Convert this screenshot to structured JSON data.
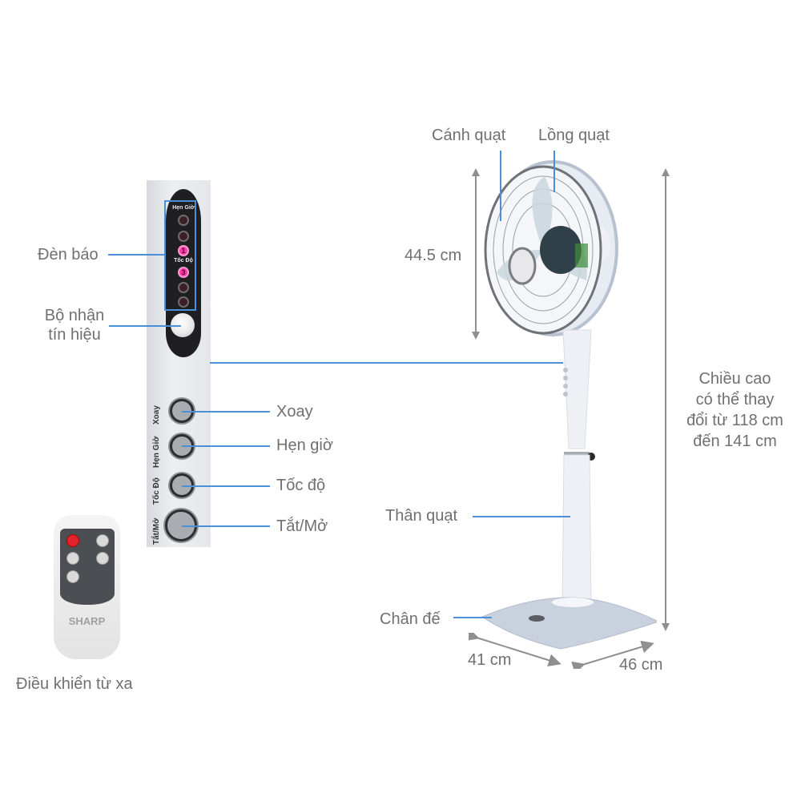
{
  "diagram": {
    "subject": "Sharp standing fan parts diagram",
    "accent_line_color": "#4a90d9",
    "dimension_color": "#8f8f8f",
    "label_color": "#707070"
  },
  "control_panel": {
    "indicator_labels": {
      "timer": "Hẹn Giờ",
      "speed": "Tốc Độ"
    },
    "leds": [
      {
        "group": "timer",
        "lit": false,
        "text": ""
      },
      {
        "group": "timer",
        "lit": false,
        "text": ""
      },
      {
        "group": "timer",
        "lit": true,
        "text": "1"
      },
      {
        "group": "speed",
        "lit": true,
        "text": "3"
      },
      {
        "group": "speed",
        "lit": false,
        "text": ""
      },
      {
        "group": "speed",
        "lit": false,
        "text": ""
      }
    ],
    "buttons": [
      {
        "panel_text": "Xoay"
      },
      {
        "panel_text": "Hẹn Giờ"
      },
      {
        "panel_text": "Tốc Độ"
      },
      {
        "panel_text": "Tắt/Mở"
      }
    ]
  },
  "labels": {
    "indicator_light": "Đèn báo",
    "signal_receiver_line1": "Bộ nhận",
    "signal_receiver_line2": "tín hiệu",
    "swing": "Xoay",
    "timer": "Hẹn giờ",
    "speed": "Tốc độ",
    "power": "Tắt/Mở",
    "remote": "Điều khiển từ xa",
    "blade": "Cánh quạt",
    "guard": "Lồng quạt",
    "body": "Thân quạt",
    "base": "Chân đế"
  },
  "remote": {
    "brand": "SHARP",
    "icons": [
      "power-icon",
      "fan-icon",
      "timer-icon",
      "leaf-icon",
      "wind-icon"
    ]
  },
  "dimensions": {
    "fan_head_height": "44.5 cm",
    "base_depth": "41 cm",
    "base_width": "46 cm",
    "height_note": [
      "Chiều cao",
      "có thể thay",
      "đổi từ 118 cm",
      "đến 141 cm"
    ]
  }
}
